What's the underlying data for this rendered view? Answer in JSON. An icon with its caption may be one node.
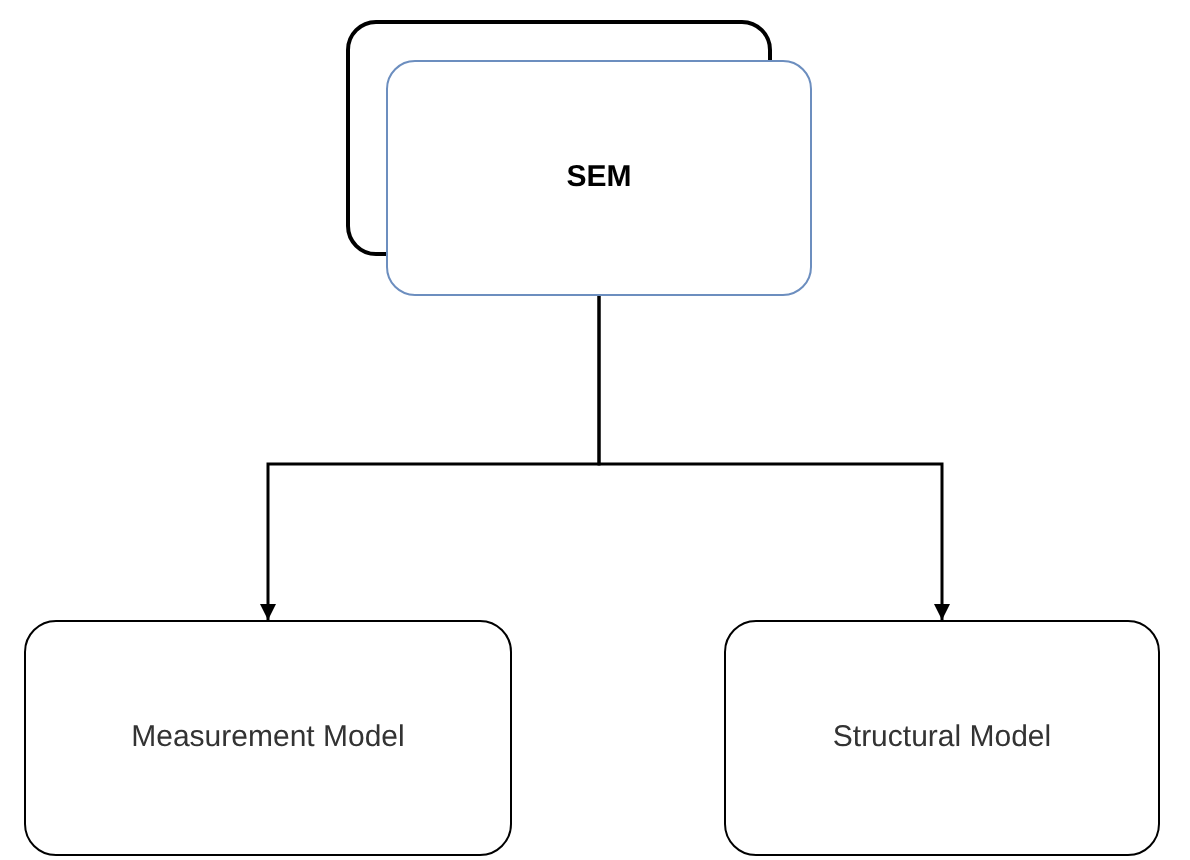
{
  "diagram": {
    "nodes": [
      {
        "text": [
          "SEM"
        ]
      },
      {
        "text": [
          "Measurement Model"
        ]
      },
      {
        "text": [
          "Structural Model"
        ]
      }
    ],
    "edges": [
      {
        "from": 0,
        "to": 1,
        "arrow": "to"
      },
      {
        "from": 0,
        "to": 2,
        "arrow": "to"
      }
    ]
  }
}
